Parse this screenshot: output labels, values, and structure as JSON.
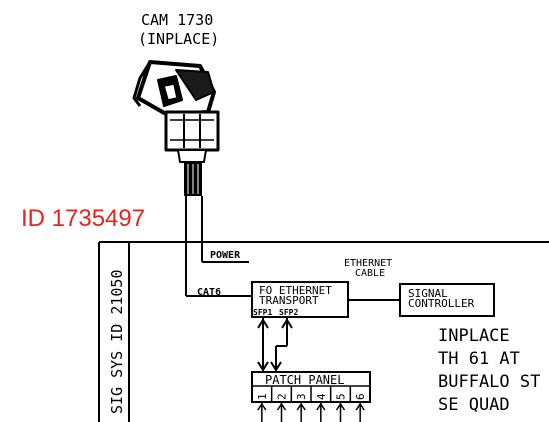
{
  "camera": {
    "title_line1": "CAM 1730",
    "title_line2": "(INPLACE)"
  },
  "id_label": "ID 1735497",
  "cabinet": {
    "vertical_label": "SIG SYS ID 21050",
    "power_label": "POWER",
    "ethernet_label_line1": "ETHERNET",
    "ethernet_label_line2": "CABLE",
    "cat6_label": "CAT6",
    "fo_box_line1": "FO ETHERNET",
    "fo_box_line2": "TRANSPORT",
    "sfp1_label": "SFP1",
    "sfp2_label": "SFP2",
    "signal_controller_line1": "SIGNAL",
    "signal_controller_line2": "CONTROLLER",
    "patch_panel_label": "PATCH PANEL",
    "patch_ports": [
      "1",
      "2",
      "3",
      "4",
      "5",
      "6"
    ]
  },
  "location": {
    "line1": "INPLACE",
    "line2": "TH 61 AT",
    "line3": "BUFFALO ST",
    "line4": "SE QUAD"
  },
  "colors": {
    "line": "#000000",
    "id_label": "#e8231f"
  }
}
